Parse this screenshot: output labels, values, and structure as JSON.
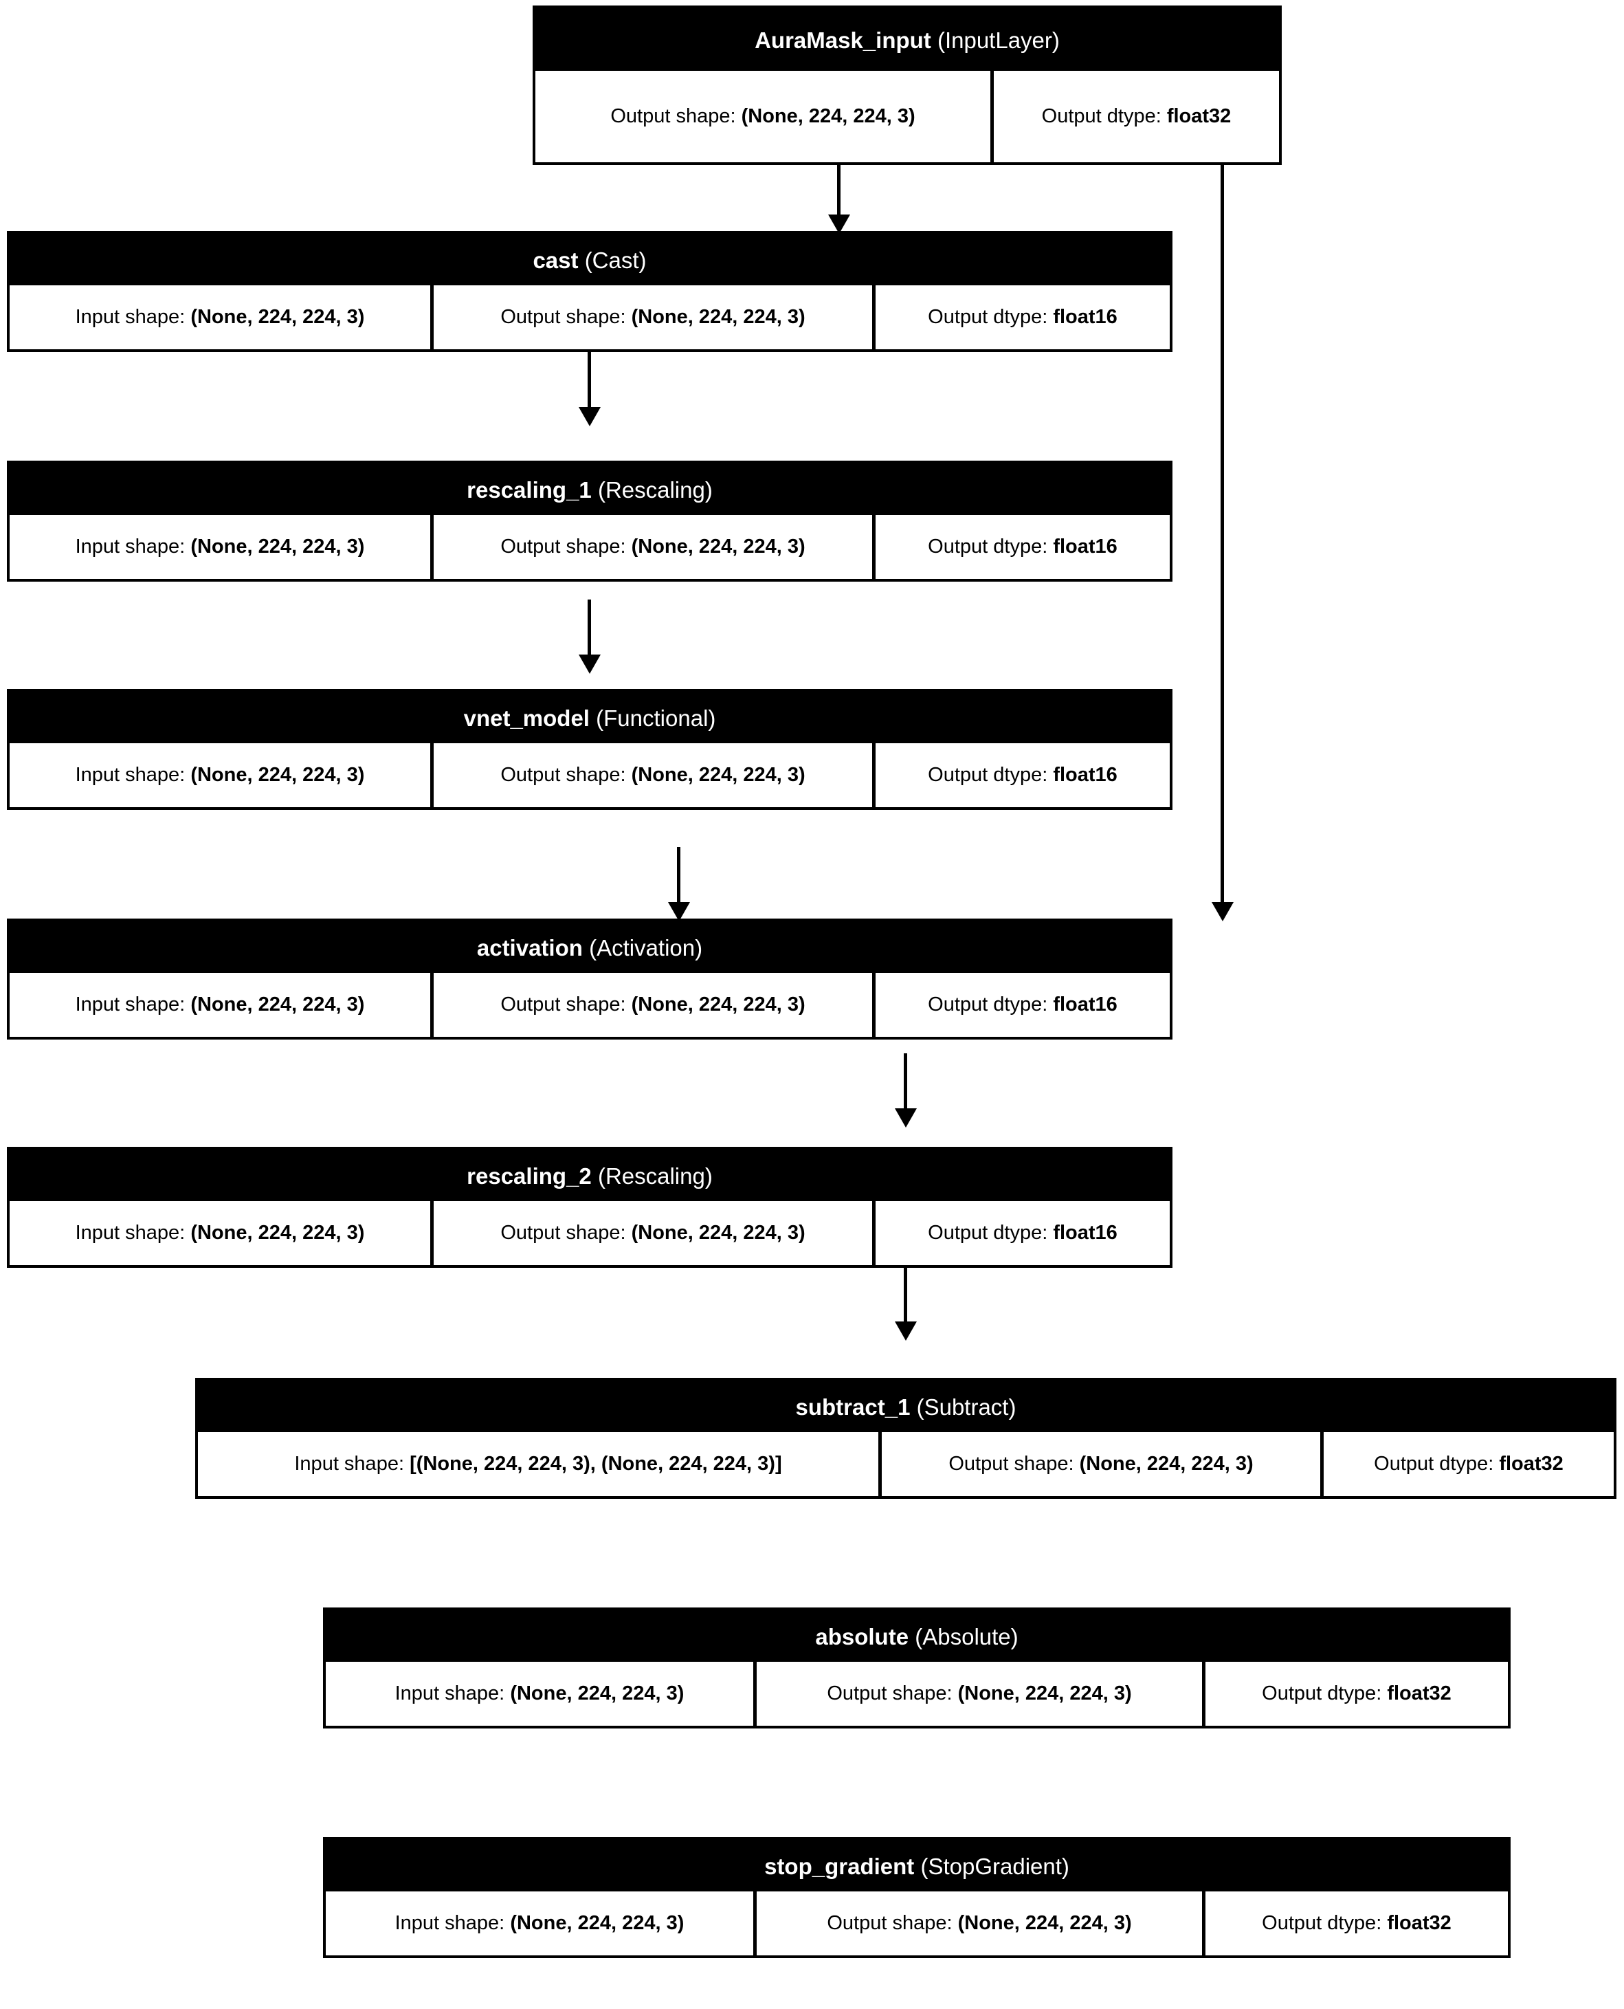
{
  "diagram": {
    "title": "AuraMask Keras model architecture graph",
    "background_color": "#ffffff",
    "node_header_color": "#000000",
    "node_header_text_color": "#ffffff",
    "cell_background_color": "#ffffff",
    "cell_text_color": "#000000",
    "edge_color": "#000000"
  },
  "labels": {
    "input_shape": "Input shape:",
    "output_shape": "Output shape:",
    "output_dtype": "Output dtype:"
  },
  "nodes": [
    {
      "id": "auramask_input",
      "name": "AuraMask_input",
      "type": "(InputLayer)",
      "input_shape": null,
      "output_shape": "(None, 224, 224, 3)",
      "output_dtype": "float32"
    },
    {
      "id": "cast",
      "name": "cast",
      "type": "(Cast)",
      "input_shape": "(None, 224, 224, 3)",
      "output_shape": "(None, 224, 224, 3)",
      "output_dtype": "float16"
    },
    {
      "id": "rescaling_1",
      "name": "rescaling_1",
      "type": "(Rescaling)",
      "input_shape": "(None, 224, 224, 3)",
      "output_shape": "(None, 224, 224, 3)",
      "output_dtype": "float16"
    },
    {
      "id": "vnet_model",
      "name": "vnet_model",
      "type": "(Functional)",
      "input_shape": "(None, 224, 224, 3)",
      "output_shape": "(None, 224, 224, 3)",
      "output_dtype": "float16"
    },
    {
      "id": "activation",
      "name": "activation",
      "type": "(Activation)",
      "input_shape": "(None, 224, 224, 3)",
      "output_shape": "(None, 224, 224, 3)",
      "output_dtype": "float16"
    },
    {
      "id": "rescaling_2",
      "name": "rescaling_2",
      "type": "(Rescaling)",
      "input_shape": "(None, 224, 224, 3)",
      "output_shape": "(None, 224, 224, 3)",
      "output_dtype": "float16"
    },
    {
      "id": "subtract_1",
      "name": "subtract_1",
      "type": "(Subtract)",
      "input_shape": "[(None, 224, 224, 3), (None, 224, 224, 3)]",
      "output_shape": "(None, 224, 224, 3)",
      "output_dtype": "float32"
    },
    {
      "id": "absolute",
      "name": "absolute",
      "type": "(Absolute)",
      "input_shape": "(None, 224, 224, 3)",
      "output_shape": "(None, 224, 224, 3)",
      "output_dtype": "float32"
    },
    {
      "id": "stop_gradient",
      "name": "stop_gradient",
      "type": "(StopGradient)",
      "input_shape": "(None, 224, 224, 3)",
      "output_shape": "(None, 224, 224, 3)",
      "output_dtype": "float32"
    }
  ],
  "edges": [
    {
      "from": "auramask_input",
      "to": "cast"
    },
    {
      "from": "cast",
      "to": "rescaling_1"
    },
    {
      "from": "rescaling_1",
      "to": "vnet_model"
    },
    {
      "from": "vnet_model",
      "to": "activation"
    },
    {
      "from": "activation",
      "to": "rescaling_2"
    },
    {
      "from": "rescaling_2",
      "to": "subtract_1"
    },
    {
      "from": "auramask_input",
      "to": "subtract_1"
    },
    {
      "from": "subtract_1",
      "to": "absolute"
    },
    {
      "from": "absolute",
      "to": "stop_gradient"
    }
  ]
}
